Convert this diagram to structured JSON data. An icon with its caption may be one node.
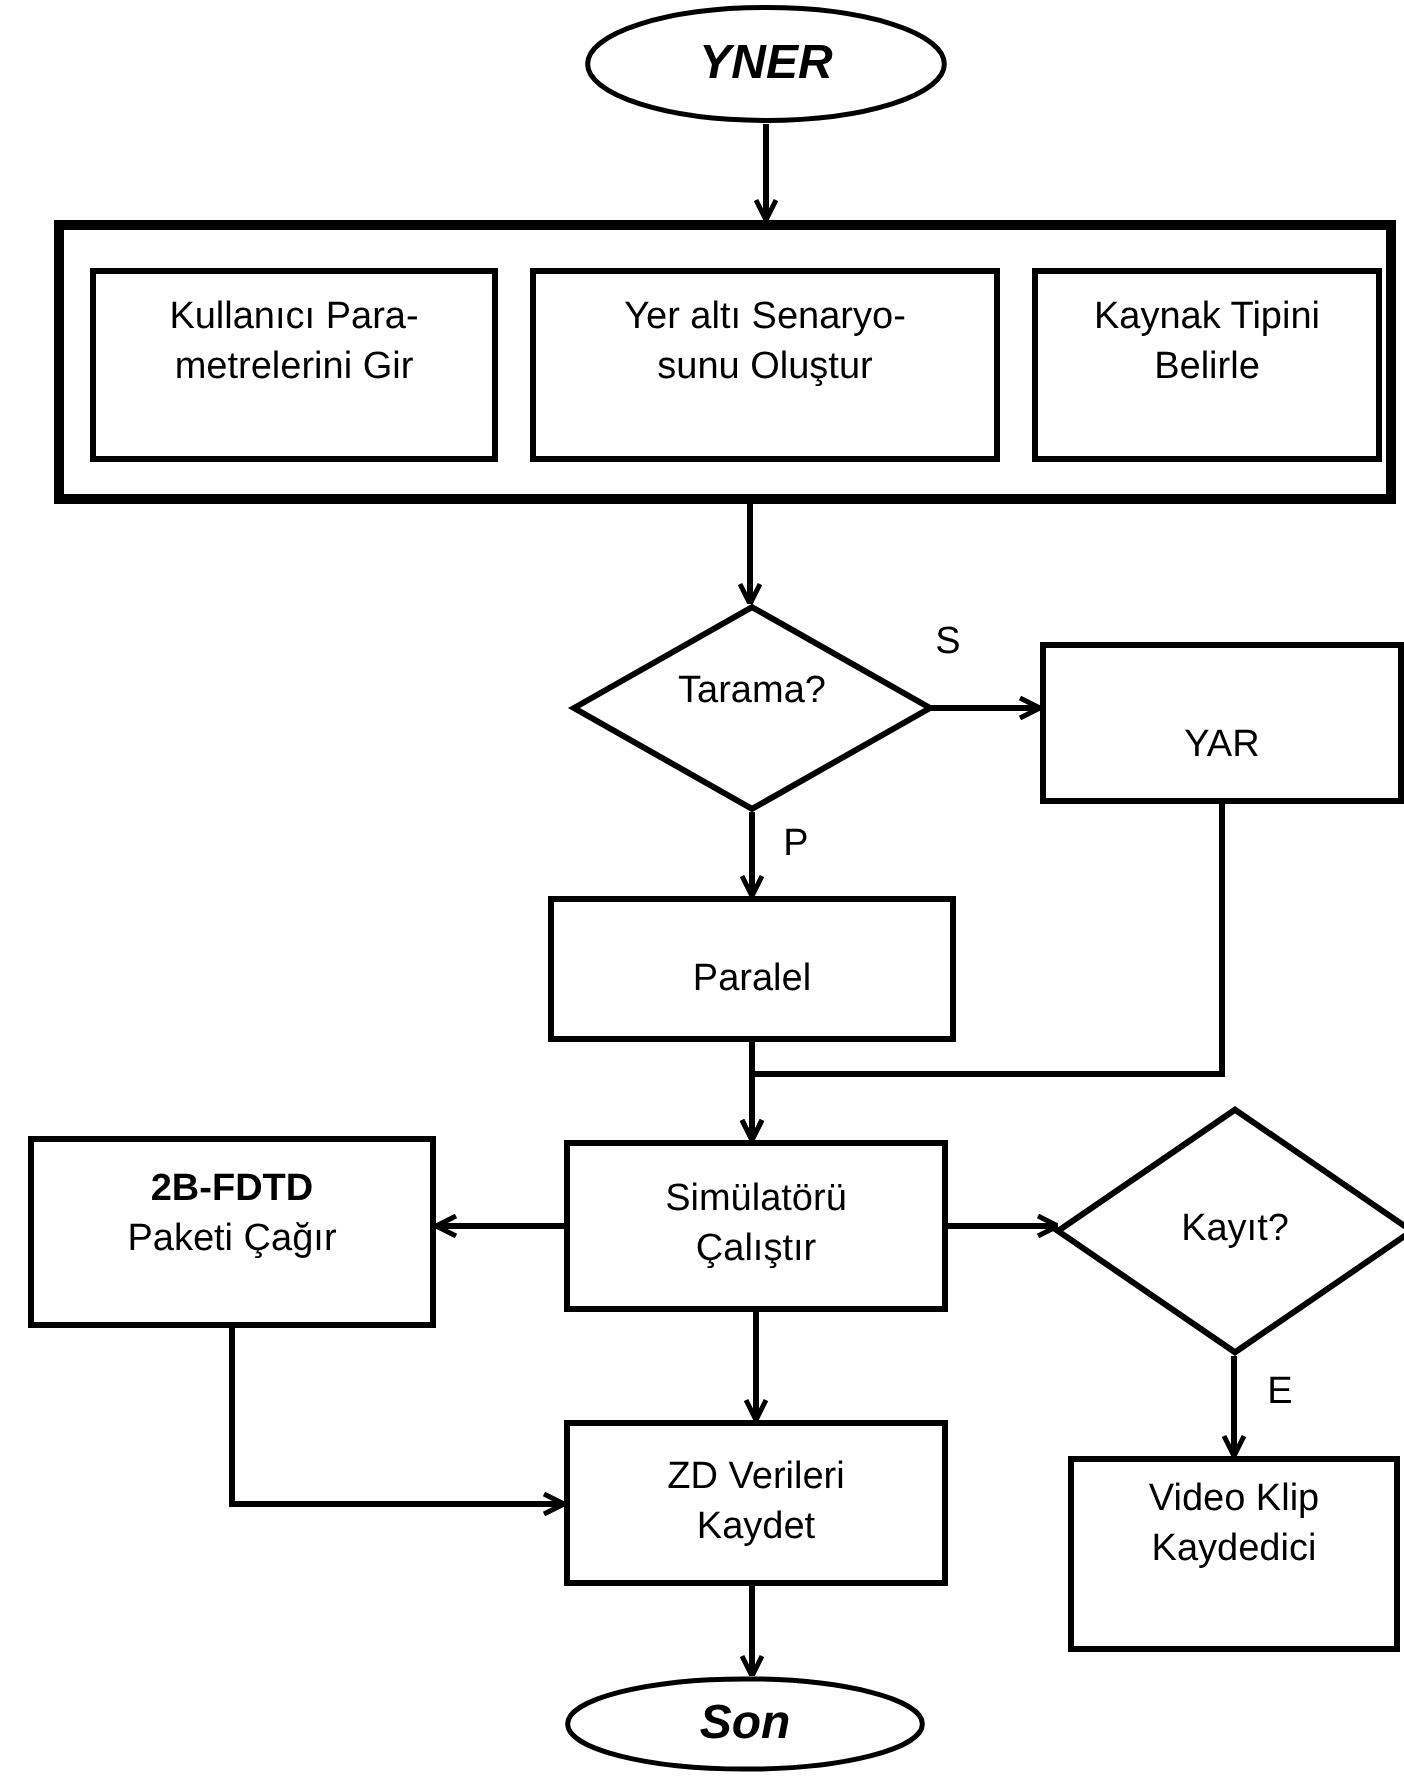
{
  "diagram": {
    "nodes": [
      {
        "text": [
          "YNER"
        ]
      },
      {
        "text": [],
        "shape": "box"
      },
      {
        "text": [
          "Kullanıcı Para- metrelerini Gir"
        ],
        "in": 1
      },
      {
        "text": [
          "Yer altı Senaryo- sunu Oluştur"
        ],
        "in": 1
      },
      {
        "text": [
          "Kaynak Tipini Belirle"
        ],
        "in": 1
      },
      {
        "text": [
          "Tarama?"
        ]
      },
      {
        "text": [
          "YAR"
        ]
      },
      {
        "text": [
          "Paralel"
        ]
      },
      {
        "text": [
          "Simülatörü Çalıştır"
        ]
      },
      {
        "text": [
          "2B-FDTD",
          "Paketi Çağır"
        ]
      },
      {
        "text": [
          "Kayıt?"
        ]
      },
      {
        "text": [
          "ZD Verileri Kaydet"
        ]
      },
      {
        "text": [
          "Video Klip Kaydedici"
        ]
      },
      {
        "text": [
          "Son"
        ]
      }
    ],
    "edges": [
      {
        "from": 0,
        "to": 1,
        "arrow": "to"
      },
      {
        "from": 1,
        "to": 5,
        "arrow": "to"
      },
      {
        "from": 5,
        "to": 6,
        "arrow": "to",
        "label": "S"
      },
      {
        "from": 5,
        "to": 7,
        "arrow": "to",
        "label": "P"
      },
      {
        "from": 7,
        "to": 8,
        "arrow": "to"
      },
      {
        "from": 6,
        "to": 8,
        "arrow": "to"
      },
      {
        "from": 8,
        "to": 9,
        "arrow": "to"
      },
      {
        "from": 8,
        "to": 10,
        "arrow": "to"
      },
      {
        "from": 8,
        "to": 11,
        "arrow": "to"
      },
      {
        "from": 9,
        "to": 11,
        "arrow": "to"
      },
      {
        "from": 10,
        "to": 12,
        "arrow": "to",
        "label": "E"
      },
      {
        "from": 11,
        "to": 13,
        "arrow": "to"
      }
    ]
  }
}
